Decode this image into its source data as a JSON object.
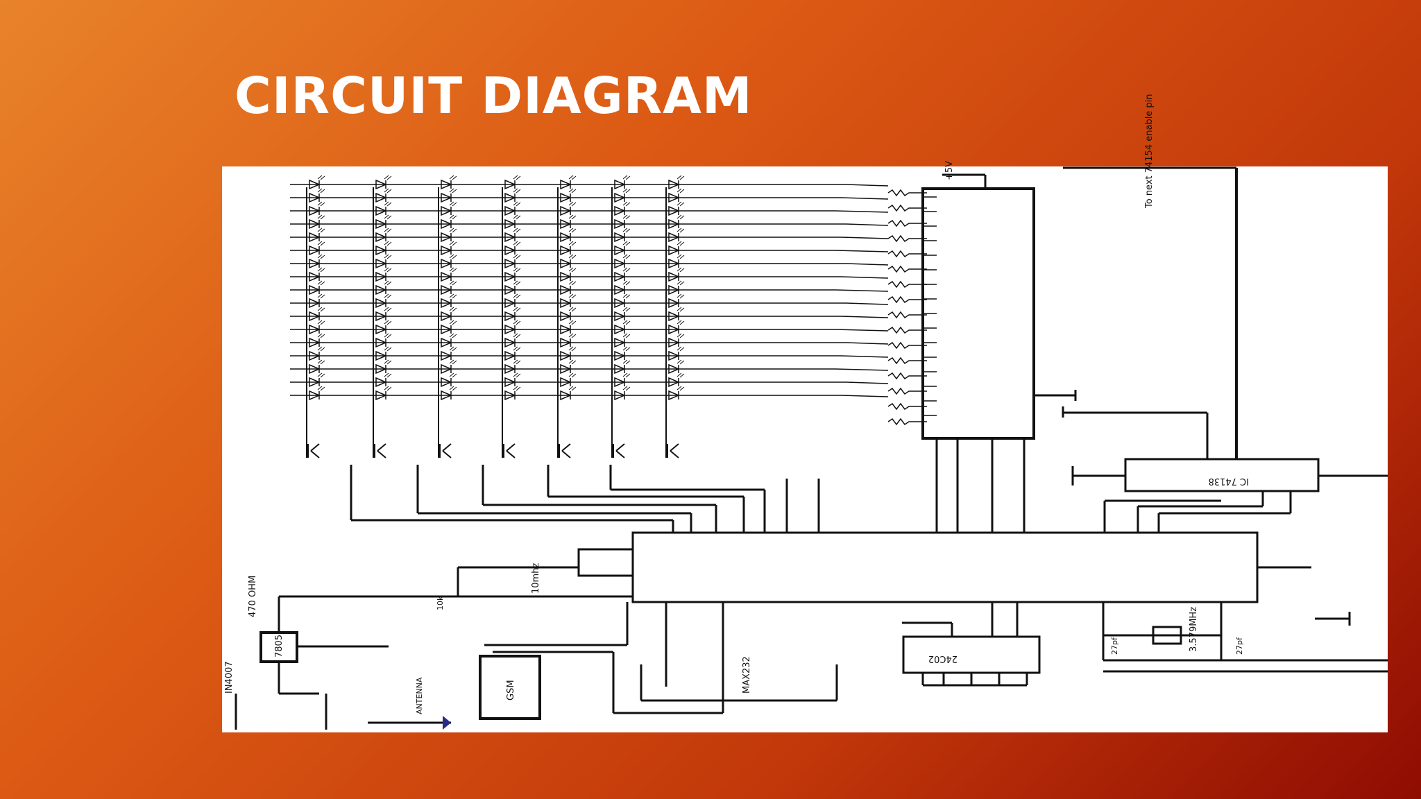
{
  "slide": {
    "title": "CIRCUIT DIAGRAM"
  },
  "diagram": {
    "labels": {
      "plus5v": "+5V",
      "pin_note": "To next 74154 enable pin",
      "decoder": "IC 74138",
      "regulator": "7805",
      "resistor_470": "470 OHM",
      "diode": "IN4007",
      "osc": "10mhz",
      "xtal": "3.579MHz",
      "cap_27pf_a": "27pf",
      "cap_27pf_b": "27pf",
      "max232": "MAX232",
      "gsm": "GSM",
      "antenna": "ANTENNA",
      "r10k": "10k",
      "ic24c02": "24C02"
    }
  }
}
